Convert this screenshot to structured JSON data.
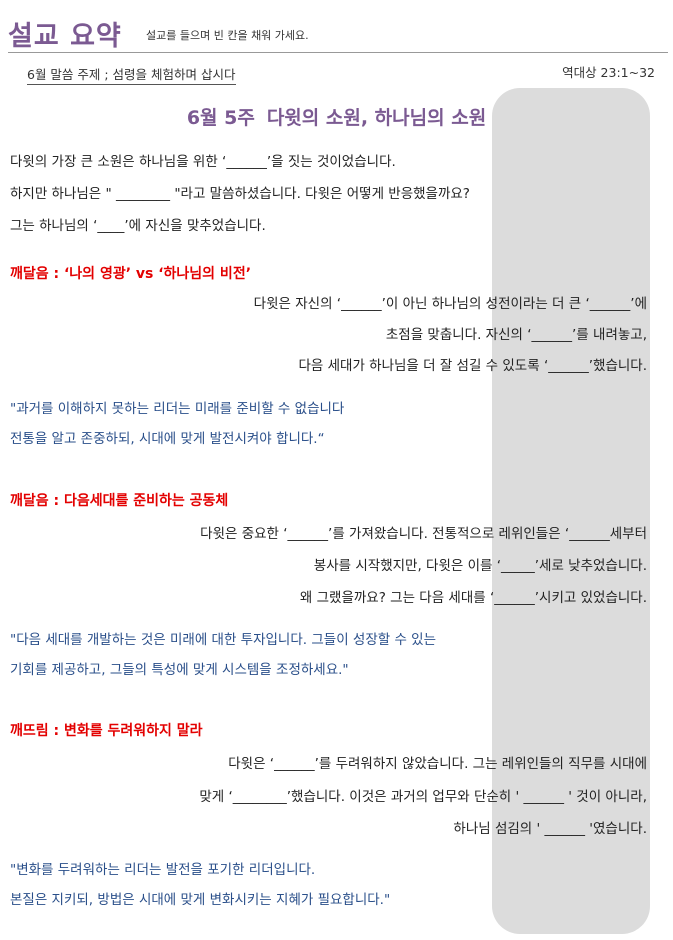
{
  "header": {
    "title": "설교 요약",
    "subtitle": "설교를 들으며 빈 칸을 채워 가세요."
  },
  "theme": "6월 말씀 주제 ; 섬령을 체험하며 삽시다",
  "scripture": "역대상 23:1~32",
  "week": {
    "label": "6월 5주",
    "title": "다윗의 소원, 하나님의 소원"
  },
  "intro": [
    "다윗의 가장 큰 소원은 하나님을 위한 ‘______’을 짓는 것이었습니다.",
    "하지만 하나님은 \" ________ \"라고 말씀하셨습니다. 다윗은 어떻게 반응했을까요?",
    "그는 하나님의 ‘____’에 자신을 맞추었습니다."
  ],
  "sections": [
    {
      "heading": "깨달음 : ‘나의 영광’ vs ‘하나님의 비전’",
      "lines": [
        "다윗은 자신의 ‘______’이 아닌 하나님의 성전이라는 더 큰 ‘______’에",
        "초점을 맞춥니다. 자신의 ‘______’를 내려놓고,",
        "다음 세대가 하나님을 더 잘 섬길 수 있도록 ‘______’했습니다."
      ],
      "quote": [
        "\"과거를 이해하지 못하는 리더는 미래를 준비할 수 없습니다",
        "전통을 알고 존중하되, 시대에 맞게 발전시켜야 합니다.“"
      ]
    },
    {
      "heading": "깨달음 : 다음세대를 준비하는 공동체",
      "lines": [
        "다윗은 중요한 ‘______’를 가져왔습니다. 전통적으로 레위인들은 ‘______세부터",
        "봉사를 시작했지만, 다윗은 이를 ‘_____’세로 낮추었습니다.",
        "왜 그랬을까요? 그는 다음 세대를 ‘______’시키고 있었습니다."
      ],
      "quote": [
        "\"다음 세대를 개발하는 것은 미래에 대한 투자입니다. 그들이 성장할 수 있는",
        "기회를 제공하고, 그들의 특성에 맞게 시스템을 조정하세요.\""
      ]
    },
    {
      "heading": "깨뜨림 : 변화를 두려워하지 말라",
      "lines": [
        "다윗은 ‘______’를 두려워하지 않았습니다. 그는 레위인들의 직무를 시대에",
        "맞게 ‘________’했습니다. 이것은 과거의 업무와 단순히 ' ______ ' 것이 아니라,",
        "하나님 섬김의 ' ______ '였습니다."
      ],
      "quote": [
        "\"변화를 두려워하는 리더는 발전을 포기한 리더입니다.",
        "본질은 지키되, 방법은 시대에 맞게 변화시키는 지혜가 필요합니다.\""
      ]
    }
  ],
  "colors": {
    "accent_purple": "#7b5a92",
    "heading_red": "#e30000",
    "quote_blue": "#2a4f8a",
    "panel_gray": "#dcdcdc"
  }
}
